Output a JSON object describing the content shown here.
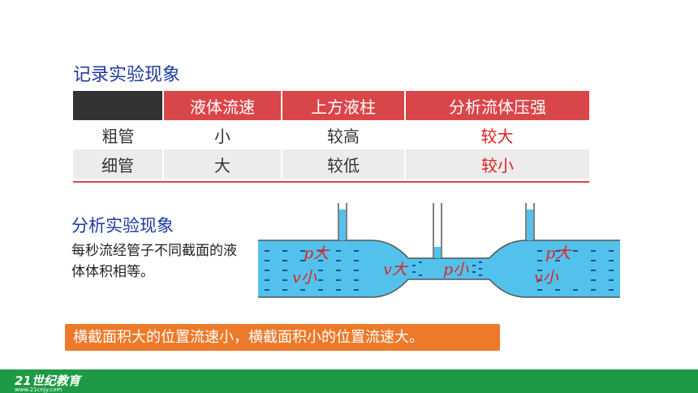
{
  "section1_title": "记录实验现象",
  "table": {
    "headers": [
      "",
      "液体流速",
      "上方液柱",
      "分析流体压强"
    ],
    "rows": [
      [
        "粗管",
        "小",
        "较高",
        "较大"
      ],
      [
        "细管",
        "大",
        "较低",
        "较小"
      ]
    ]
  },
  "section2_title": "分析实验现象",
  "note_text": "每秒流经管子不同截面的液体体积相等。",
  "diagram": {
    "left_p": "p大",
    "left_v": "v小",
    "mid_v": "v大",
    "mid_p": "p小",
    "right_p": "p大",
    "right_v": "v小"
  },
  "conclusion": "横截面积大的位置流速小，横截面积小的位置流速大。",
  "footer": {
    "logo_text": "21世纪教育",
    "logo_url": "www.21cnjy.com"
  },
  "colors": {
    "header_red": "#d9464a",
    "title_blue": "#1f3a9e",
    "banner_orange": "#ec7a2a",
    "footer_green": "#1d9a43",
    "liquid_blue": "#52c2ec"
  }
}
